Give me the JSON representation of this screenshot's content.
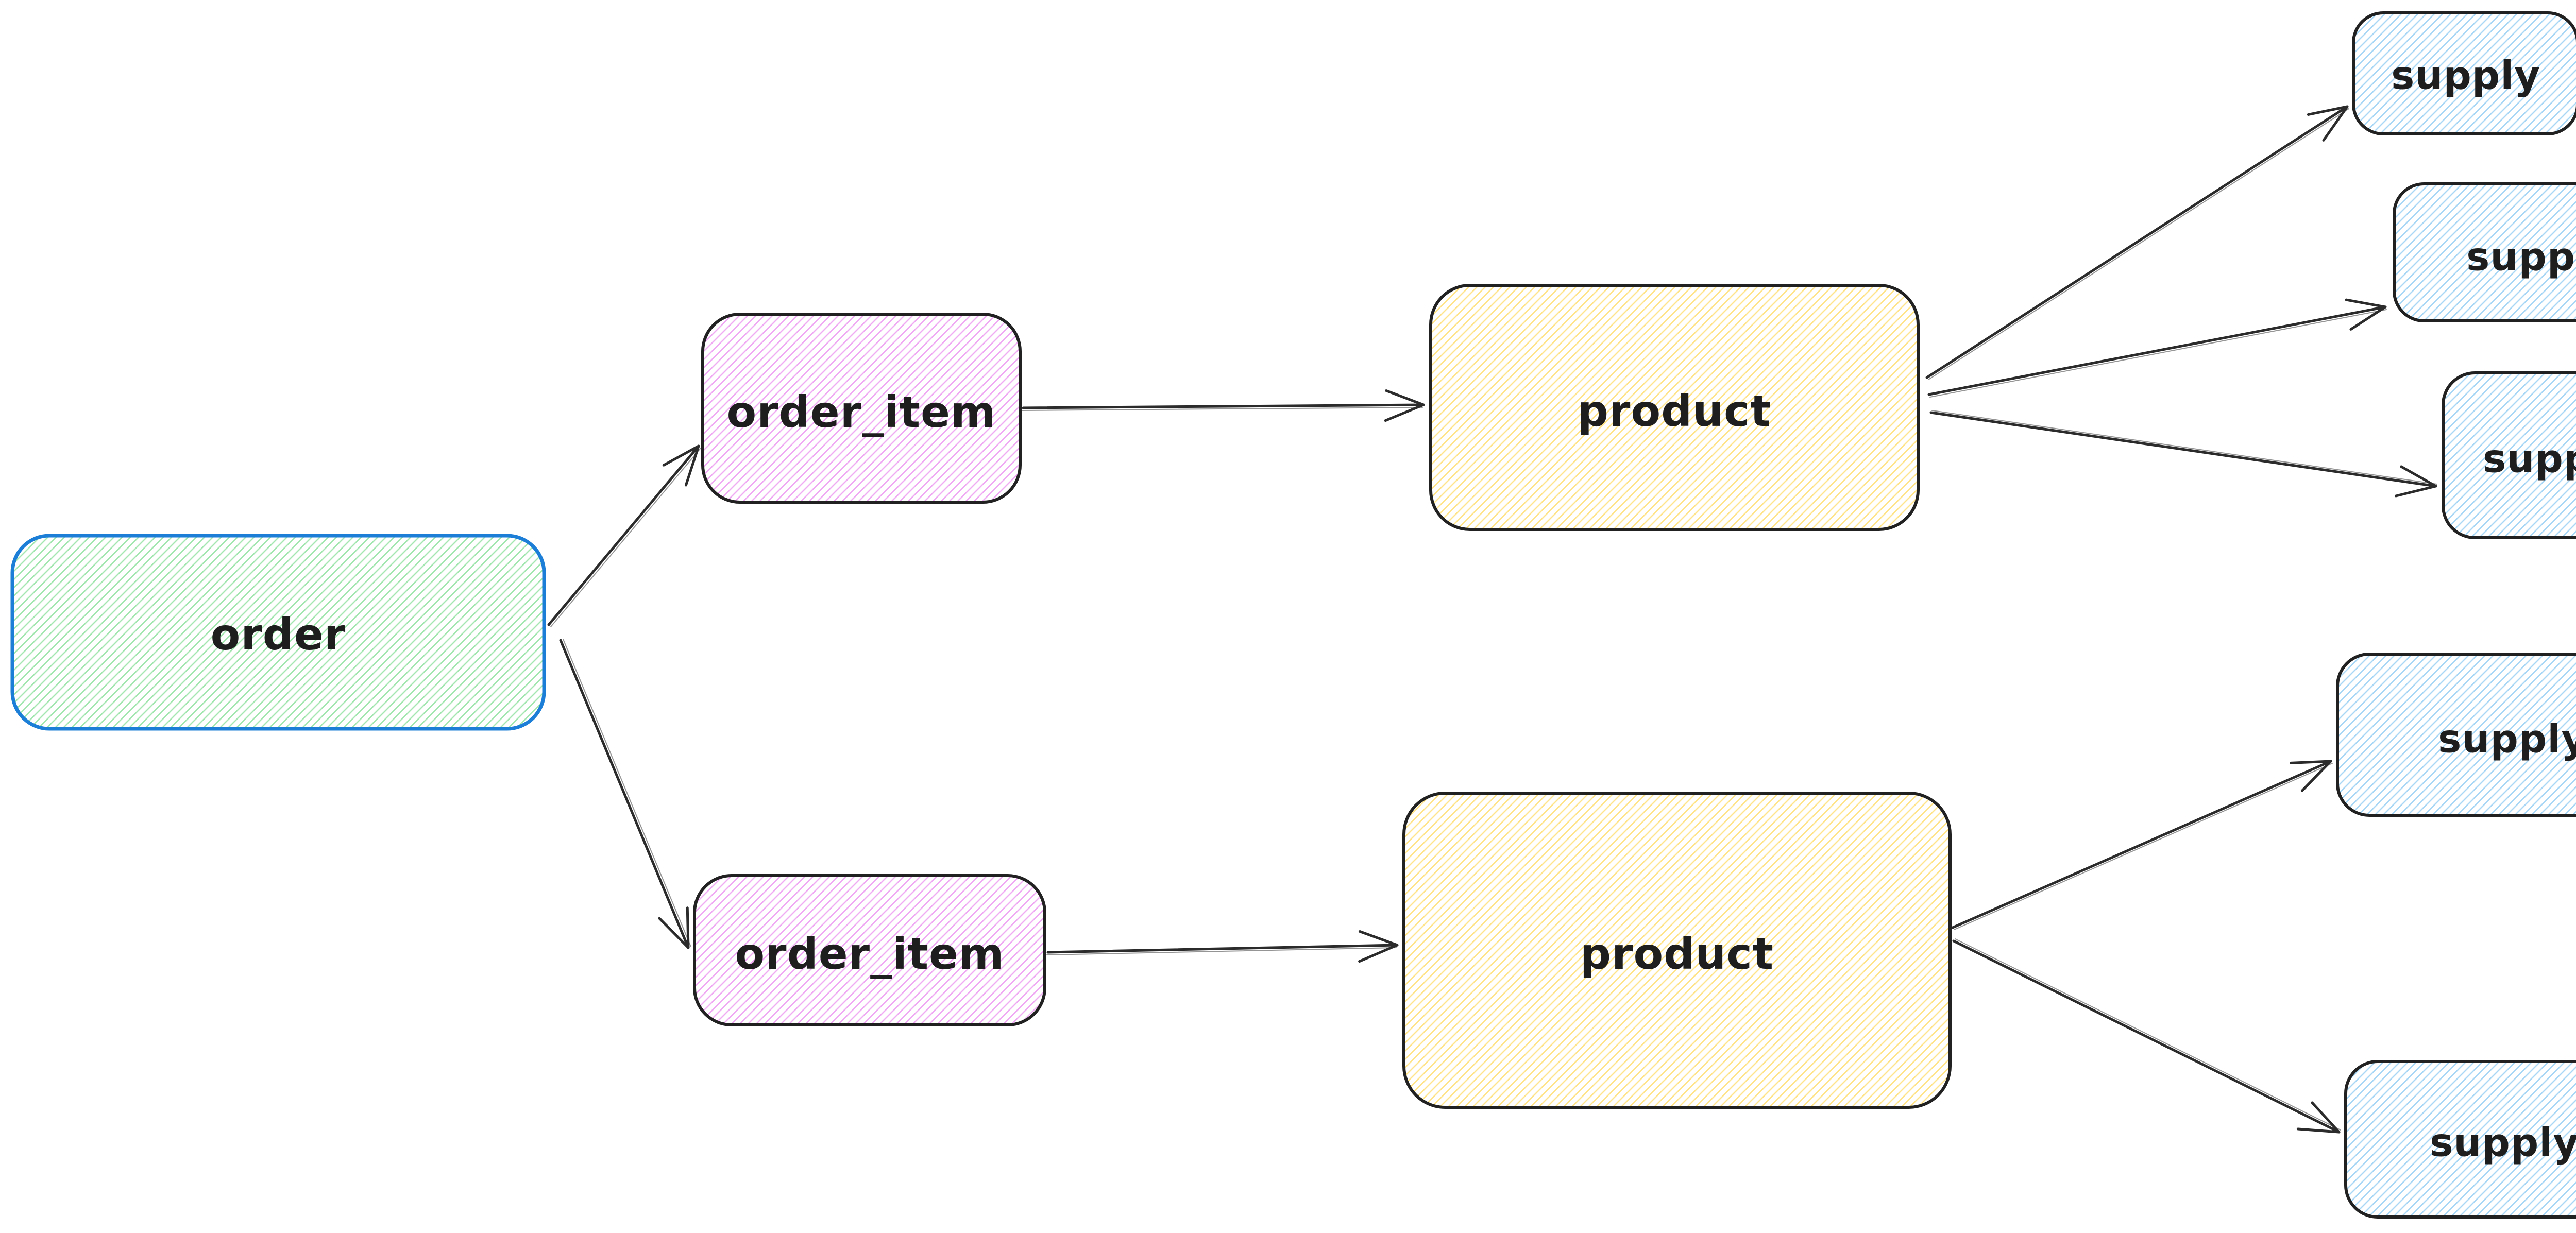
{
  "diagram": {
    "type": "flow-diagram",
    "background": "#ffffff",
    "colors": {
      "order_border": "#1c7ed6",
      "order_fill": "#a3e6af",
      "order_item_fill": "#efaaf3",
      "product_fill": "#ffe48a",
      "supply_fill": "#a8d7f5",
      "node_border": "#212121",
      "arrow": "#2b2b2b",
      "text": "#1e1e1e"
    },
    "nodes": {
      "order": {
        "label": "order"
      },
      "order_item_1": {
        "label": "order_item"
      },
      "order_item_2": {
        "label": "order_item"
      },
      "product_1": {
        "label": "product"
      },
      "product_2": {
        "label": "product"
      },
      "supply_1": {
        "label": "supply"
      },
      "supply_2": {
        "label": "supply"
      },
      "supply_3": {
        "label": "supply"
      },
      "supply_4": {
        "label": "supply"
      },
      "supply_5": {
        "label": "supply"
      }
    },
    "edges": [
      {
        "from": "order",
        "to": "order_item_1"
      },
      {
        "from": "order",
        "to": "order_item_2"
      },
      {
        "from": "order_item_1",
        "to": "product_1"
      },
      {
        "from": "order_item_2",
        "to": "product_2"
      },
      {
        "from": "product_1",
        "to": "supply_1"
      },
      {
        "from": "product_1",
        "to": "supply_2"
      },
      {
        "from": "product_1",
        "to": "supply_3"
      },
      {
        "from": "product_2",
        "to": "supply_4"
      },
      {
        "from": "product_2",
        "to": "supply_5"
      }
    ]
  }
}
